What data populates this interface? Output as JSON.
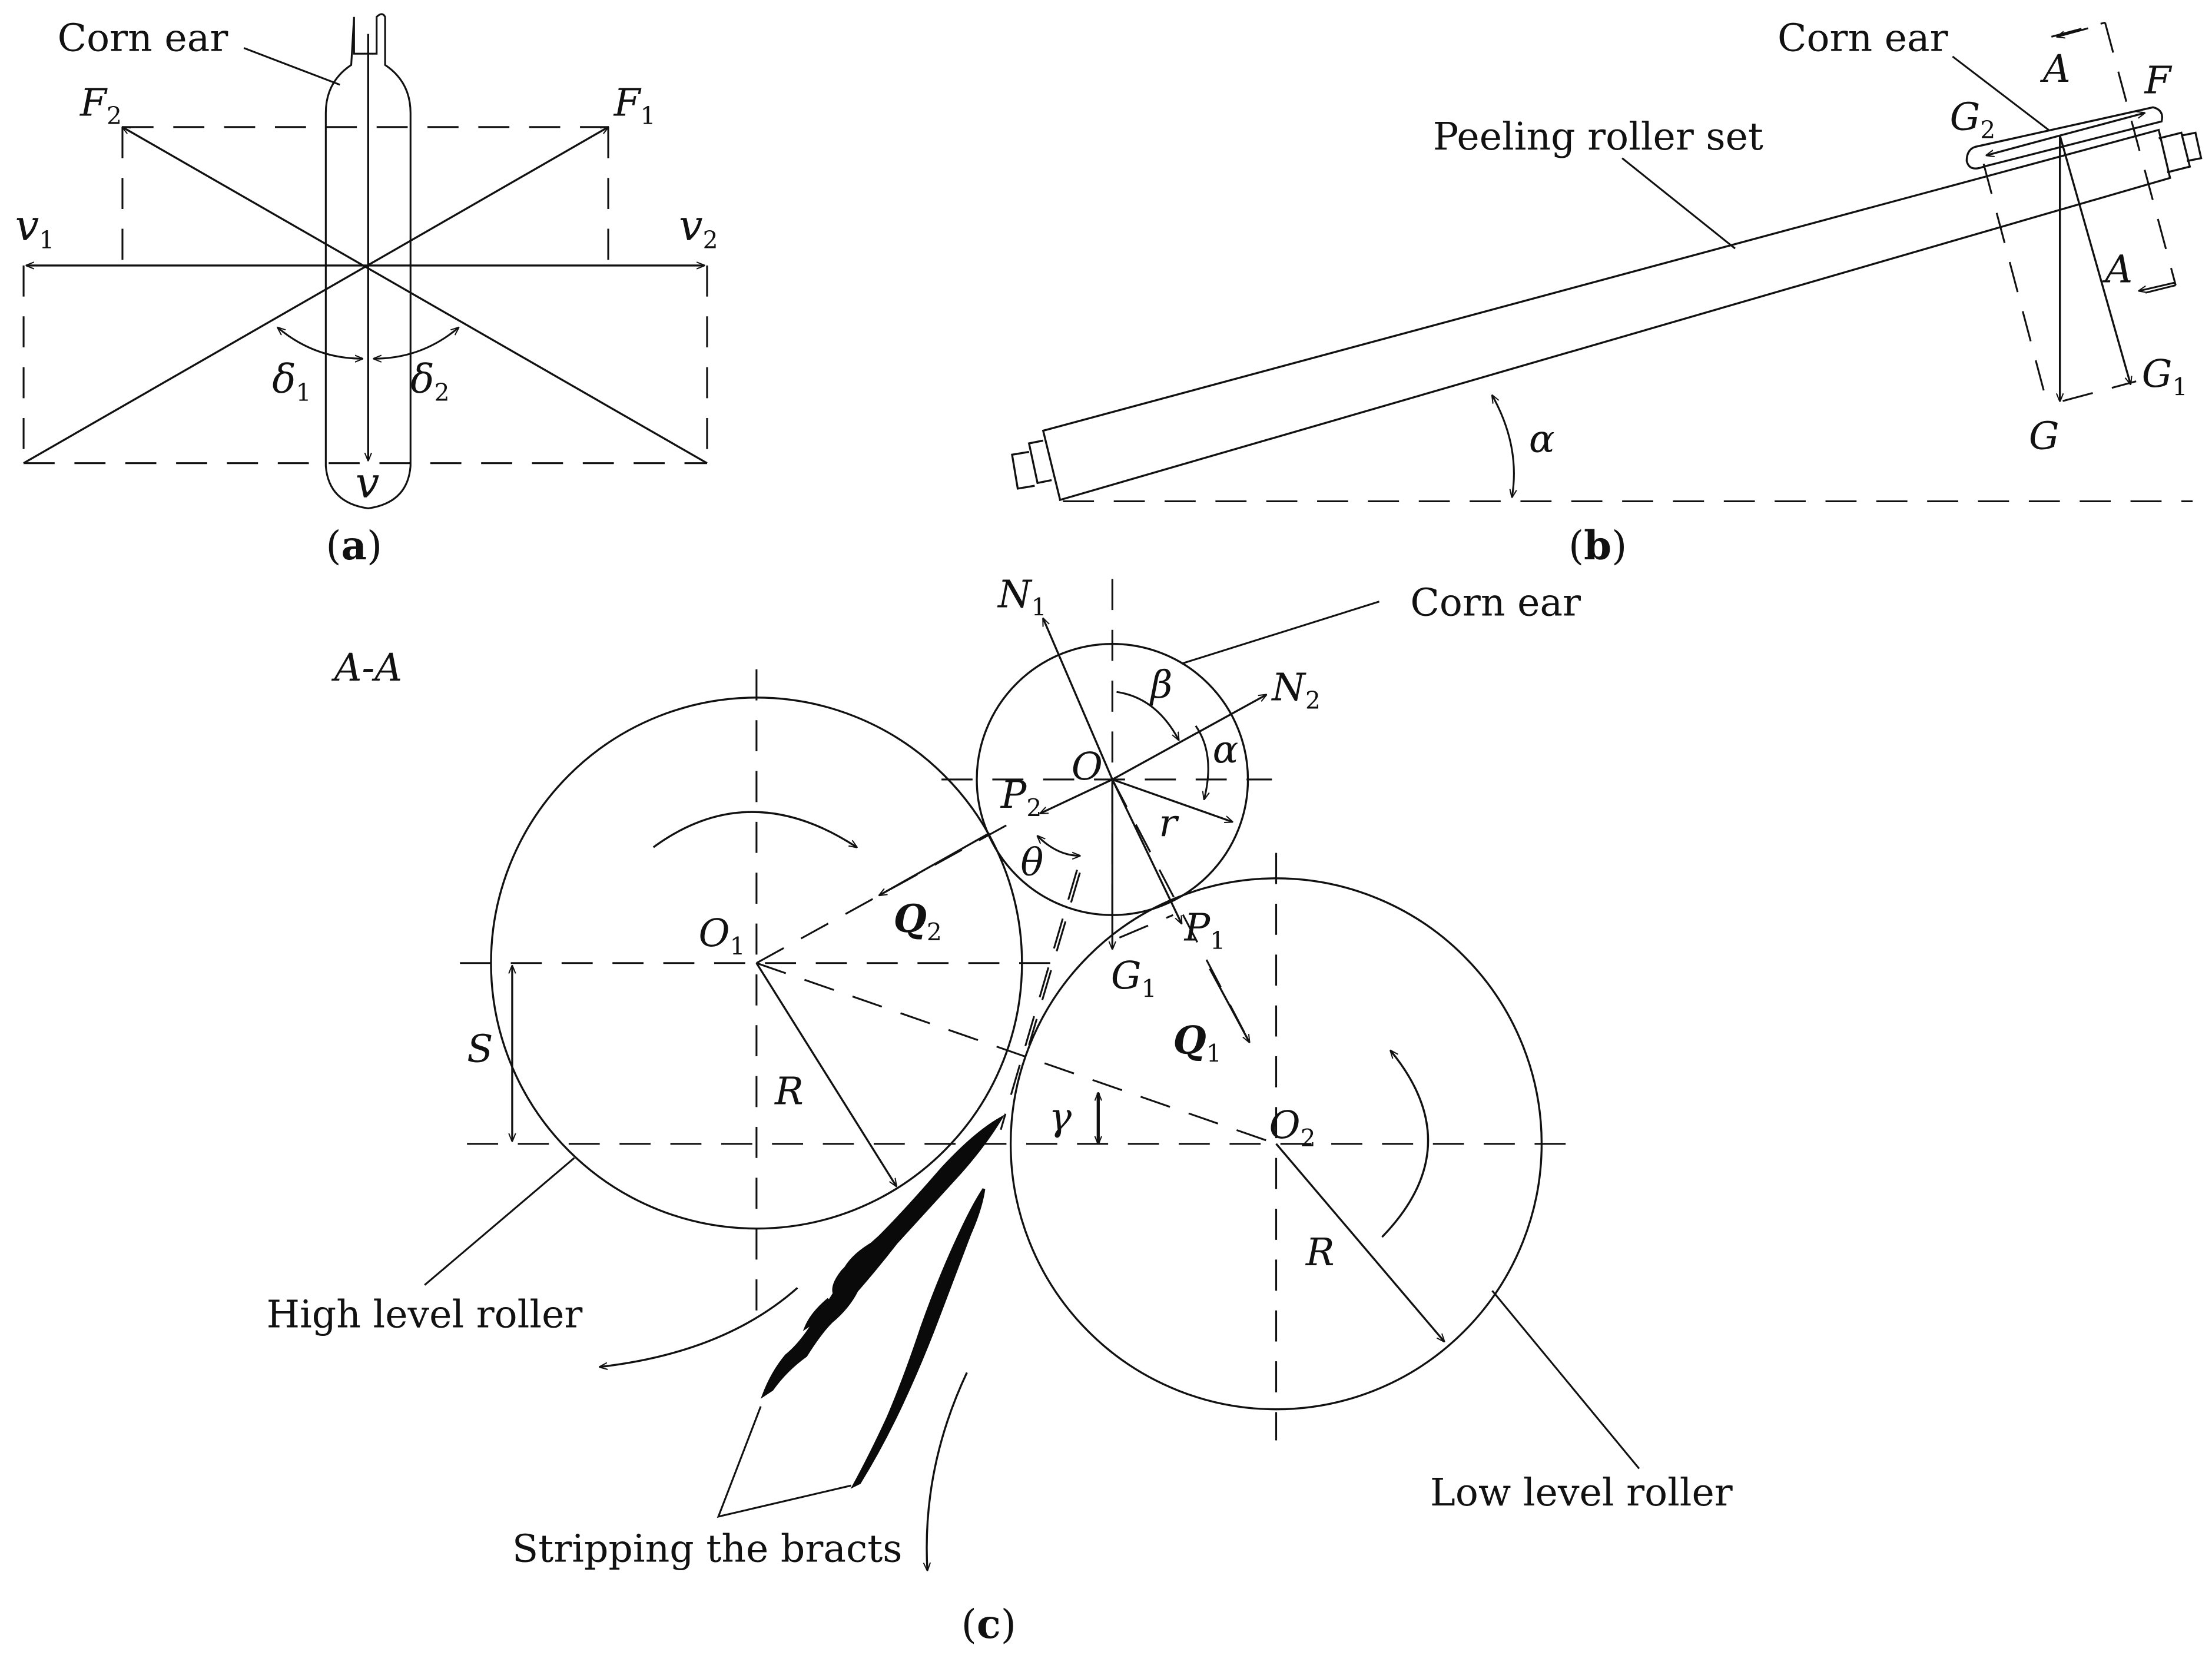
{
  "figure": {
    "panel_a": {
      "caption": {
        "open": "(",
        "letter": "a",
        "close": ")"
      },
      "corn_ear_label": "Corn ear",
      "F1": {
        "base": "F",
        "sub": "1"
      },
      "F2": {
        "base": "F",
        "sub": "2"
      },
      "v1": {
        "base": "v",
        "sub": "1"
      },
      "v2": {
        "base": "v",
        "sub": "2"
      },
      "v": "v",
      "delta1": {
        "base": "δ",
        "sub": "1"
      },
      "delta2": {
        "base": "δ",
        "sub": "2"
      }
    },
    "panel_b": {
      "caption": {
        "open": "(",
        "letter": "b",
        "close": ")"
      },
      "corn_ear_label": "Corn ear",
      "peeling_label": "Peeling roller set",
      "A_top": "A",
      "A_right": "A",
      "F": "F",
      "G2": {
        "base": "G",
        "sub": "2"
      },
      "G1": {
        "base": "G",
        "sub": "1"
      },
      "G": "G",
      "alpha": "α"
    },
    "panel_c": {
      "caption": {
        "open": "(",
        "letter": "c",
        "close": ")"
      },
      "section_label": "A-A",
      "corn_ear_label": "Corn ear",
      "high_roller_label": "High level roller",
      "low_roller_label": "Low level roller",
      "bracts_label": "Stripping the bracts",
      "N1": {
        "base": "N",
        "sub": "1"
      },
      "N2": {
        "base": "N",
        "sub": "2"
      },
      "beta": "β",
      "alpha": "α",
      "O": "O",
      "P2": {
        "base": "P",
        "sub": "2"
      },
      "P1": {
        "base": "P",
        "sub": "1"
      },
      "r": "r",
      "theta": "θ",
      "O1": {
        "base": "O",
        "sub": "1"
      },
      "O2": {
        "base": "O",
        "sub": "2"
      },
      "Q2": {
        "base": "Q",
        "sub": "2"
      },
      "Q1": {
        "base": "Q",
        "sub": "1"
      },
      "G1": {
        "base": "G",
        "sub": "1"
      },
      "S": "S",
      "R_left": "R",
      "R_right": "R",
      "gamma": "γ"
    }
  }
}
